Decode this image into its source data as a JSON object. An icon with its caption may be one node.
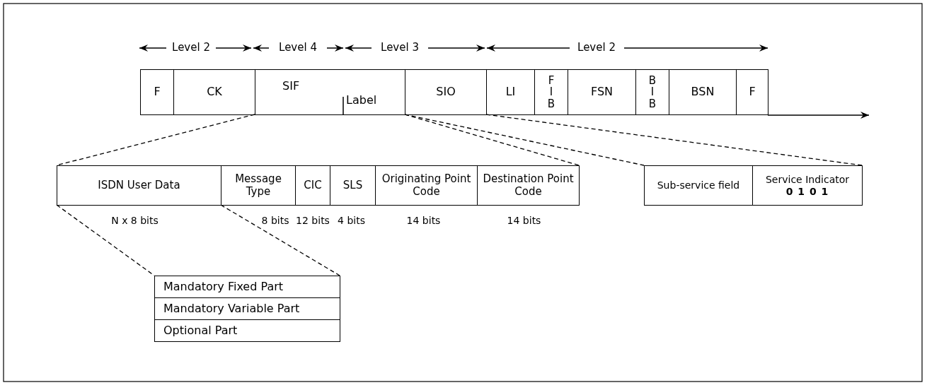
{
  "diagram": {
    "nodes": [
      {
        "text": [
          "F"
        ]
      },
      {
        "text": [
          "CK"
        ]
      },
      {
        "text": [
          "SIF",
          "Label"
        ]
      },
      {
        "text": [
          "SIO"
        ]
      },
      {
        "text": [
          "LI"
        ]
      },
      {
        "text": [
          "F I B"
        ]
      },
      {
        "text": [
          "FSN"
        ]
      },
      {
        "text": [
          "B I B"
        ]
      },
      {
        "text": [
          "BSN"
        ]
      },
      {
        "text": [
          "F"
        ]
      },
      {
        "text": [
          "ISDN User Data"
        ],
        "beside": [
          "N x 8 bits"
        ]
      },
      {
        "text": [
          "Message Type"
        ],
        "beside": [
          "8 bits"
        ]
      },
      {
        "text": [
          "CIC"
        ],
        "beside": [
          "12 bits"
        ]
      },
      {
        "text": [
          "SLS"
        ],
        "beside": [
          "4 bits"
        ]
      },
      {
        "text": [
          "Originating Point Code"
        ],
        "beside": [
          "14 bits"
        ]
      },
      {
        "text": [
          "Destination Point Code"
        ],
        "beside": [
          "14 bits"
        ]
      },
      {
        "text": [
          "Sub-service field"
        ]
      },
      {
        "text": [
          "Service Indicator",
          "0 1 0 1"
        ]
      },
      {
        "text": [
          "Mandatory Fixed Part"
        ]
      },
      {
        "text": [
          "Mandatory Variable Part"
        ]
      },
      {
        "text": [
          "Optional Part"
        ]
      }
    ],
    "edges": [
      {
        "from": 2,
        "to": 10,
        "arrow": "none",
        "style": "dashed"
      },
      {
        "from": 2,
        "to": 15,
        "arrow": "none",
        "style": "dashed"
      },
      {
        "from": 3,
        "to": 16,
        "arrow": "none",
        "style": "dashed"
      },
      {
        "from": 3,
        "to": 17,
        "arrow": "none",
        "style": "dashed"
      },
      {
        "from": 10,
        "to": 18,
        "arrow": "none",
        "style": "dashed"
      },
      {
        "from": 10,
        "to": 18,
        "arrow": "none",
        "style": "dashed"
      }
    ],
    "labels": [
      "Level 2",
      "Level 4",
      "Level 3",
      "Level 2"
    ]
  }
}
